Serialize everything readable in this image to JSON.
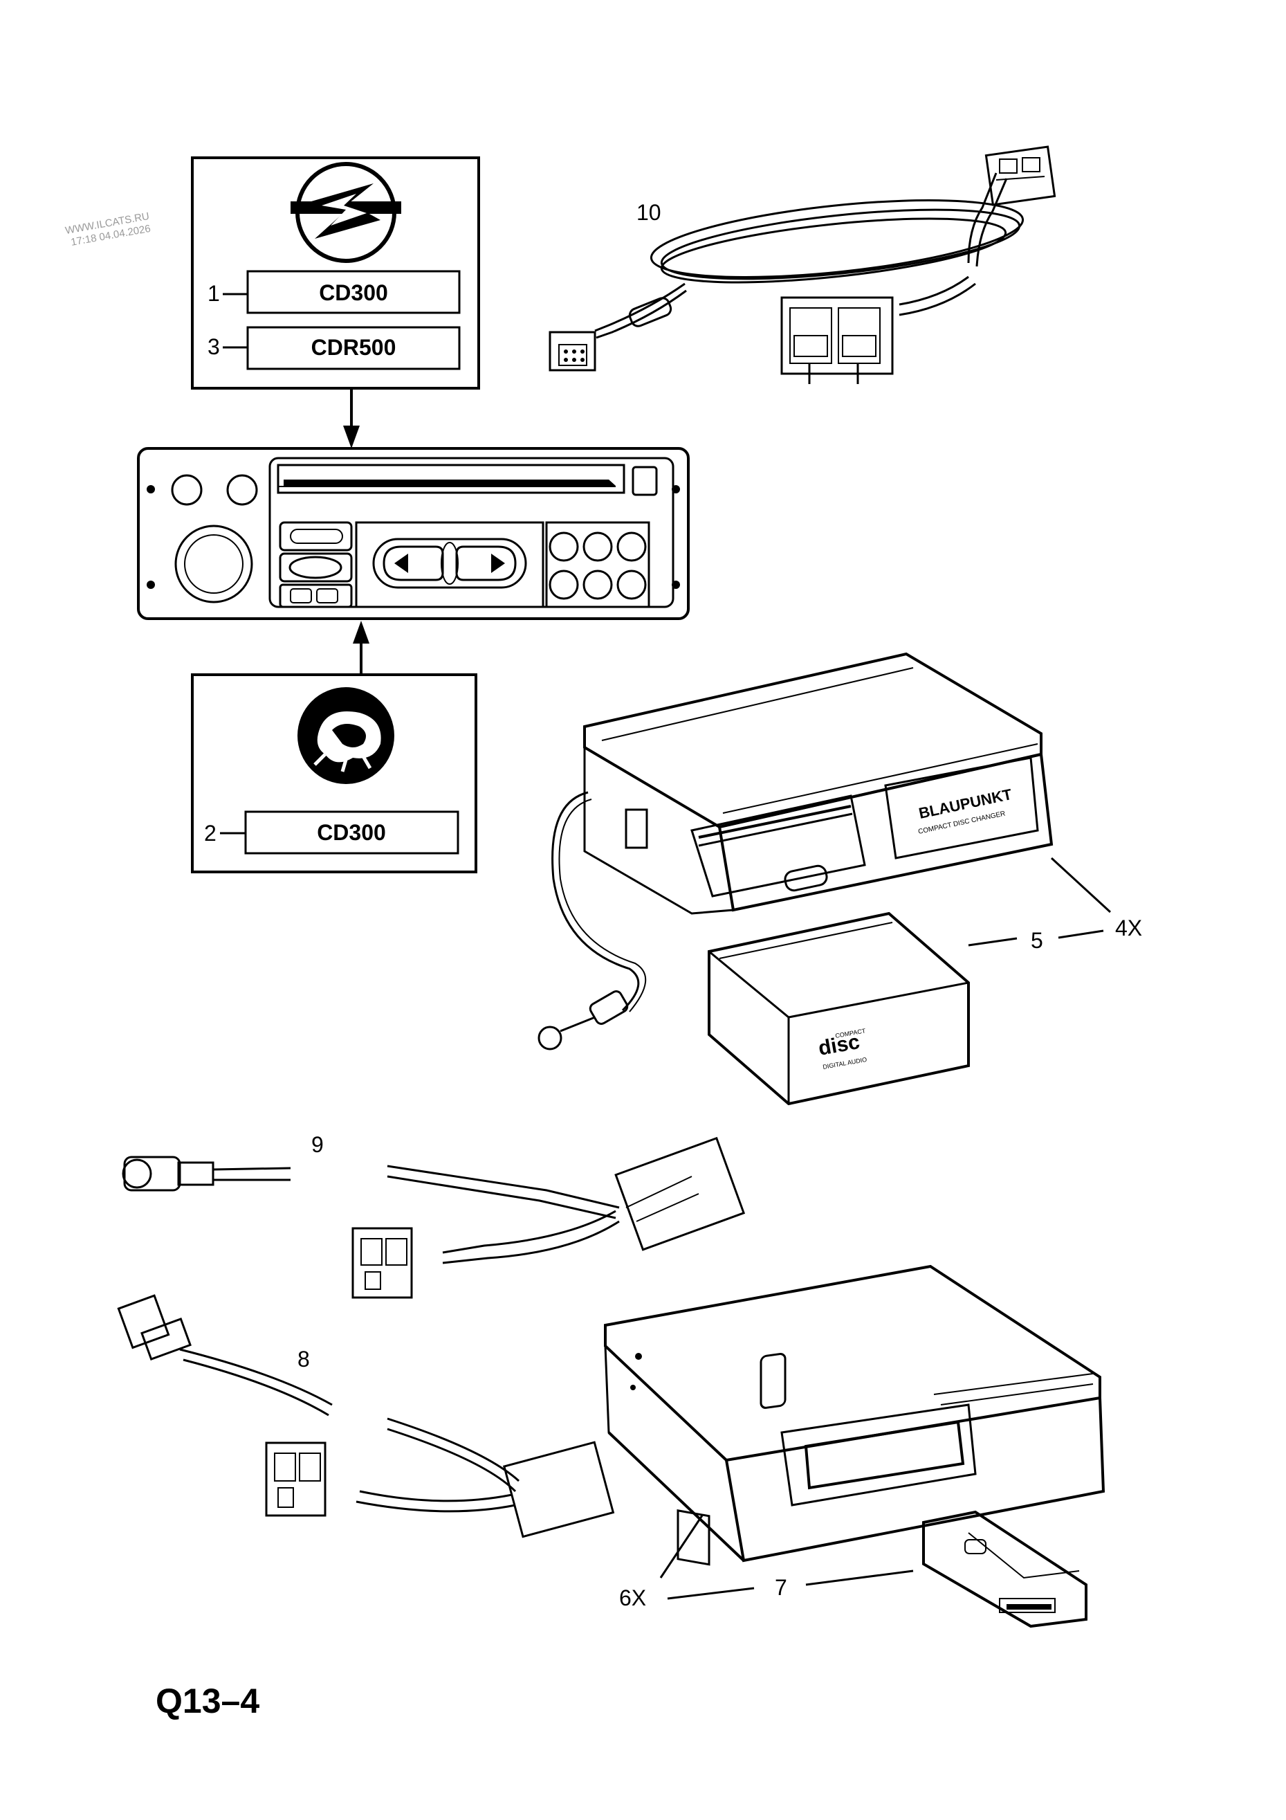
{
  "watermark": {
    "line1": "WWW.ILCATS.RU",
    "line2": "17:18 04.04.2026"
  },
  "diagram_code": "Q13–4",
  "opel_variant": {
    "logo": "opel-blitz-logo-icon",
    "items": [
      {
        "ref": "1",
        "model": "CD300"
      },
      {
        "ref": "3",
        "model": "CDR500"
      }
    ]
  },
  "vauxhall_variant": {
    "logo": "vauxhall-griffin-logo-icon",
    "items": [
      {
        "ref": "2",
        "model": "CD300"
      }
    ]
  },
  "callouts": {
    "wiring_harness_main": "10",
    "cd_changer_unit": "4X",
    "cd_magazine": "5",
    "adapter_cable_round": "9",
    "adapter_cable_flat": "8",
    "cd_changer_alt": "6X",
    "cd_magazine_alt": "7"
  },
  "changer_branding": {
    "brand": "BLAUPUNKT",
    "subtitle": "COMPACT DISC CHANGER",
    "magazine_logo": "disc",
    "magazine_top": "COMPACT",
    "magazine_bottom": "DIGITAL AUDIO"
  }
}
